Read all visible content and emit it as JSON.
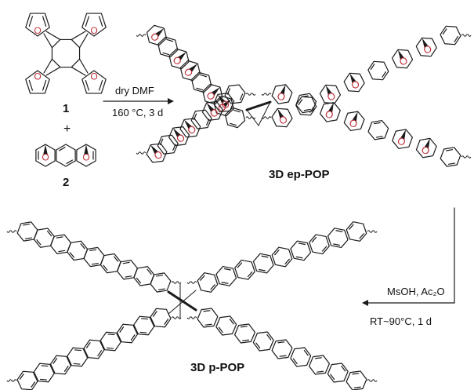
{
  "compounds": {
    "c1_label": "1",
    "c2_label": "2",
    "plus": "+"
  },
  "step1": {
    "reagent": "dry DMF",
    "conditions": "160 °C, 3 d"
  },
  "step2": {
    "reagent": "MsOH, Ac₂O",
    "conditions": "RT~90°C, 1 d"
  },
  "products": {
    "ep_pop": "3D ep-POP",
    "p_pop": "3D p-POP"
  },
  "colors": {
    "bond": "#1a1a1a",
    "oxygen": "#c0303a",
    "background": "#ffffff"
  },
  "ring_atom": "O"
}
